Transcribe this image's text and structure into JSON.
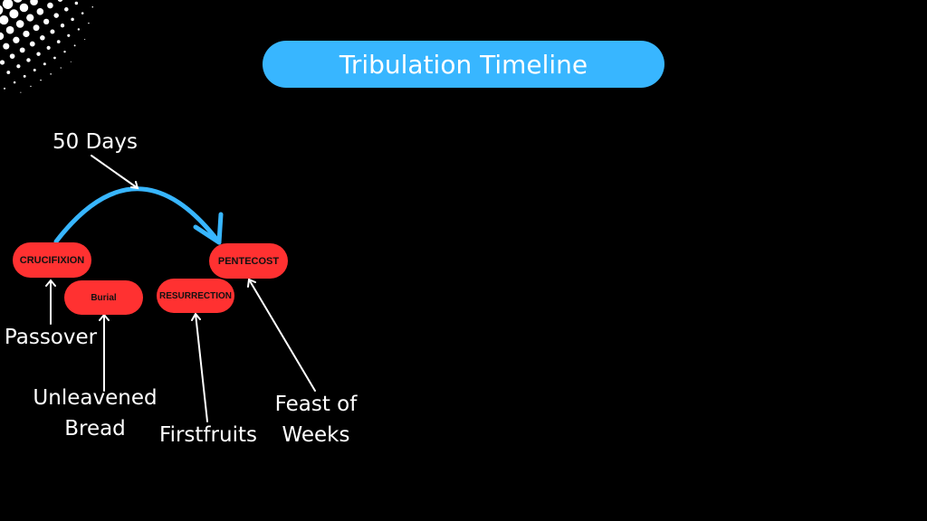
{
  "title": "Tribulation Timeline",
  "span_label": "50 Days",
  "events": {
    "crucifixion": "CRUCIFIXION",
    "burial": "Burial",
    "resurrection": "RESURRECTION",
    "pentecost": "PENTECOST"
  },
  "feasts": {
    "passover": "Passover",
    "unleavened_line1": "Unleavened",
    "unleavened_line2": "Bread",
    "firstfruits": "Firstfruits",
    "weeks_line1": "Feast of",
    "weeks_line2": "Weeks"
  },
  "colors": {
    "accent": "#38b6ff",
    "event": "#ff3131",
    "background": "#000000"
  }
}
